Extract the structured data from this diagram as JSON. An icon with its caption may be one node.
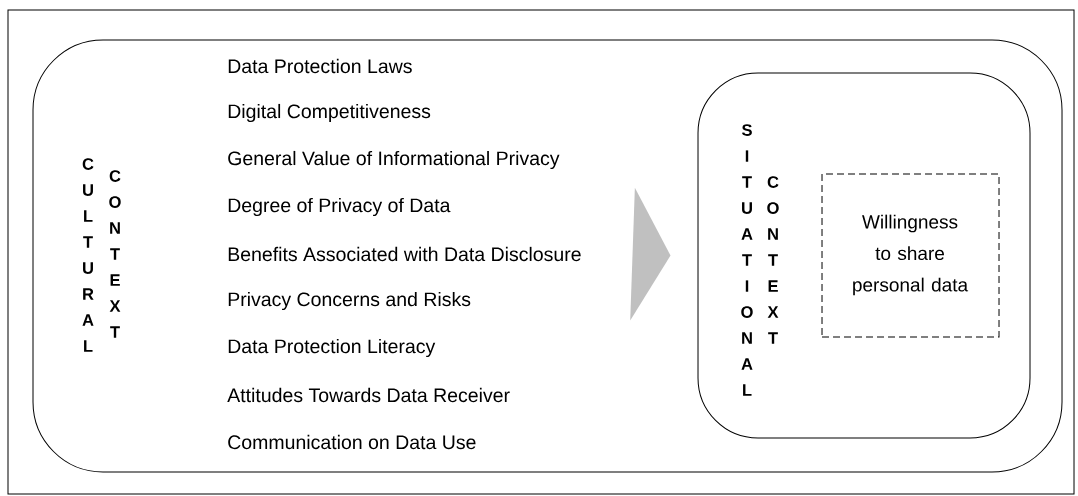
{
  "diagram": {
    "nodes": [
      {
        "text": [
          "CULTURAL",
          "CONTEXT"
        ]
      },
      {
        "text": [
          "Data Protection Laws",
          "Digital Competitiveness",
          "General Value of Informational Privacy",
          "Degree of Privacy of Data",
          "Benefits Associated with Data Disclosure",
          "Privacy Concerns and Risks",
          "Data Protection Literacy",
          "Attitudes Towards Data Receiver",
          "Communication on Data Use"
        ],
        "in": 0
      },
      {
        "text": [
          "SITUATIONAL",
          "CONTEXT"
        ],
        "in": 0
      },
      {
        "text": [
          "Willingness to share personal data"
        ],
        "in": 2
      }
    ],
    "edges": [
      {
        "from": 1,
        "to": 2,
        "arrow": "to"
      }
    ]
  }
}
